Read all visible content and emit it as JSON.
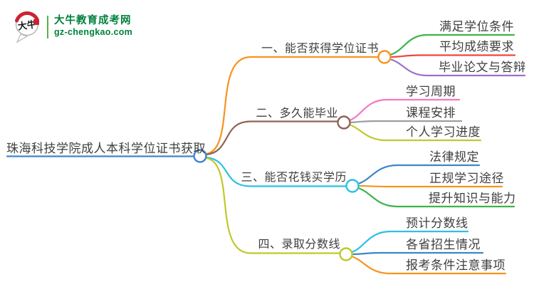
{
  "logo": {
    "icon_text": "大牛",
    "title": "大牛教育成考网",
    "domain": "gz-chengkao.com",
    "brand_color": "#00813c",
    "seal_color": "#cb2431"
  },
  "root": {
    "label": "珠海科技学院成人本科学位证书获取",
    "color": "#3e86c8"
  },
  "branches": [
    {
      "label": "一、能否获得学位证书",
      "color": "#f7941e",
      "children": [
        {
          "label": "满足学位条件",
          "color": "#3cb44c"
        },
        {
          "label": "平均成绩要求",
          "color": "#ef4545"
        },
        {
          "label": "毕业论文与答辩",
          "color": "#9b72c8"
        }
      ]
    },
    {
      "label": "二、多久能毕业",
      "color": "#8e6257",
      "children": [
        {
          "label": "学习周期",
          "color": "#f678c2"
        },
        {
          "label": "课程安排",
          "color": "#9e9ea0"
        },
        {
          "label": "个人学习进度",
          "color": "#bfc92b"
        }
      ]
    },
    {
      "label": "三、能否花钱买学历",
      "color": "#2ec0e6",
      "children": [
        {
          "label": "法律规定",
          "color": "#3e86c8"
        },
        {
          "label": "正规学习途径",
          "color": "#f7941e"
        },
        {
          "label": "提升知识与能力",
          "color": "#3cb44c"
        }
      ]
    },
    {
      "label": "四、录取分数线",
      "color": "#bfc92b",
      "children": [
        {
          "label": "预计分数线",
          "color": "#2ec0e6"
        },
        {
          "label": "各省招生情况",
          "color": "#3e86c8"
        },
        {
          "label": "报考条件注意事项",
          "color": "#f7941e"
        }
      ]
    }
  ],
  "text_color": "#3f3f3f",
  "background": "#ffffff"
}
